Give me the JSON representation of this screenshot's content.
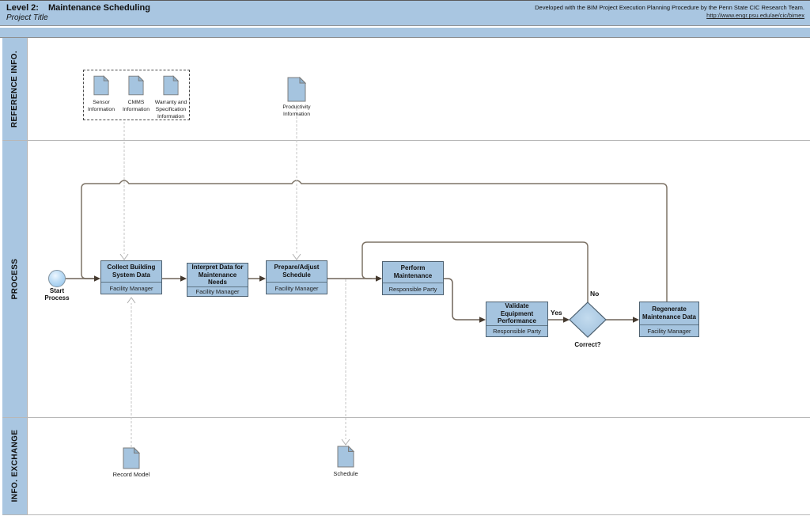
{
  "header": {
    "level_label": "Level 2:",
    "title": "Maintenance Scheduling",
    "subtitle": "Project Title",
    "credit_line": "Developed with the BIM Project Execution Planning Procedure by the Penn State CIC Research Team.",
    "credit_link": "http://www.engr.psu.edu/ae/cic/bimex"
  },
  "lanes": [
    {
      "label": "REFERENCE INFO."
    },
    {
      "label": "PROCESS"
    },
    {
      "label": "INFO. EXCHANGE"
    }
  ],
  "reference_info": {
    "grouped_documents": [
      {
        "label": "Sensor Information"
      },
      {
        "label": "CMMS Information"
      },
      {
        "label": "Warranty and Specification Information"
      }
    ],
    "documents": [
      {
        "label": "Productivity Information"
      }
    ]
  },
  "process": {
    "start_label": "Start Process",
    "tasks": [
      {
        "title": "Collect Building System Data",
        "role": "Facility Manager"
      },
      {
        "title": "Interpret Data for Maintenance Needs",
        "role": "Facility Manager"
      },
      {
        "title": "Prepare/Adjust Schedule",
        "role": "Facility Manager"
      },
      {
        "title": "Perform Maintenance",
        "role": "Responsible Party"
      },
      {
        "title": "Validate Equipment Performance",
        "role": "Responsible Party"
      },
      {
        "title": "Regenerate Maintenance Data",
        "role": "Facility Manager"
      }
    ],
    "decision": {
      "question": "Correct?",
      "yes_label": "Yes",
      "no_label": "No"
    }
  },
  "info_exchange": {
    "documents": [
      {
        "label": "Record Model"
      },
      {
        "label": "Schedule"
      }
    ]
  },
  "colors": {
    "lane_fill": "#a9c6e1",
    "shape_fill": "#a5c4df",
    "shape_border": "#4e6170",
    "flow_line": "#6f6459",
    "arrowhead": "#453a2f",
    "reference_line": "#c4c4c4"
  }
}
